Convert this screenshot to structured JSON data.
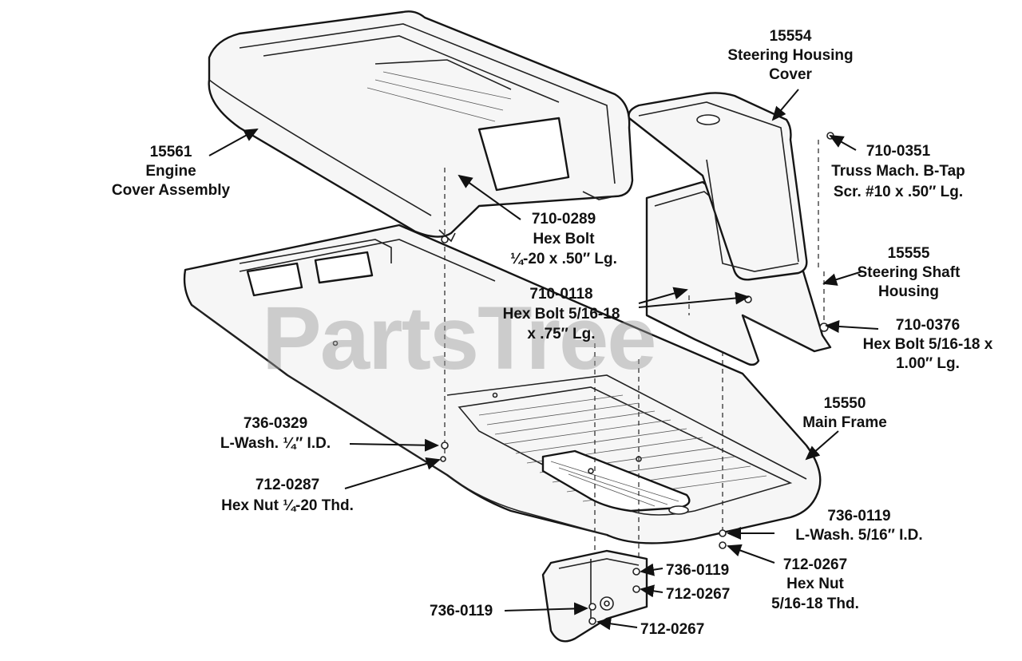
{
  "watermark": "PartsTree",
  "labels": {
    "engine_cover": {
      "number": "15561",
      "line1": "Engine",
      "line2": "Cover Assembly"
    },
    "steering_housing_cover": {
      "number": "15554",
      "line1": "Steering Housing",
      "line2": "Cover"
    },
    "truss_screw": {
      "number": "710-0351",
      "line1": "Truss Mach. B-Tap",
      "line2": "Scr. #10 x .50″ Lg."
    },
    "hex_bolt_710_0289": {
      "number": "710-0289",
      "line1": "Hex Bolt",
      "line2": "¼-20 x .50″ Lg."
    },
    "steering_shaft_housing": {
      "number": "15555",
      "line1": "Steering Shaft",
      "line2": "Housing"
    },
    "hex_bolt_710_0118": {
      "number": "710-0118",
      "line1": "Hex Bolt 5/16-18",
      "line2": "x .75″ Lg."
    },
    "hex_bolt_710_0376": {
      "number": "710-0376",
      "line1": "Hex Bolt 5/16-18 x",
      "line2": "1.00″ Lg."
    },
    "main_frame": {
      "number": "15550",
      "line1": "Main Frame"
    },
    "l_wash_736_0329": {
      "number": "736-0329",
      "line1": "L-Wash. ¼″ I.D."
    },
    "hex_nut_712_0287": {
      "number": "712-0287",
      "line1": "Hex Nut ¼-20 Thd."
    },
    "l_wash_736_0119_right": {
      "number": "736-0119",
      "line1": "L-Wash. 5/16″ I.D."
    },
    "hex_nut_712_0267_right": {
      "number": "712-0267",
      "line1": "Hex Nut",
      "line2": "5/16-18 Thd."
    },
    "bracket_l_wash_upper": {
      "number": "736-0119"
    },
    "bracket_hex_nut_upper": {
      "number": "712-0267"
    },
    "bracket_l_wash_left": {
      "number": "736-0119"
    },
    "bracket_hex_nut_lower": {
      "number": "712-0267"
    }
  }
}
